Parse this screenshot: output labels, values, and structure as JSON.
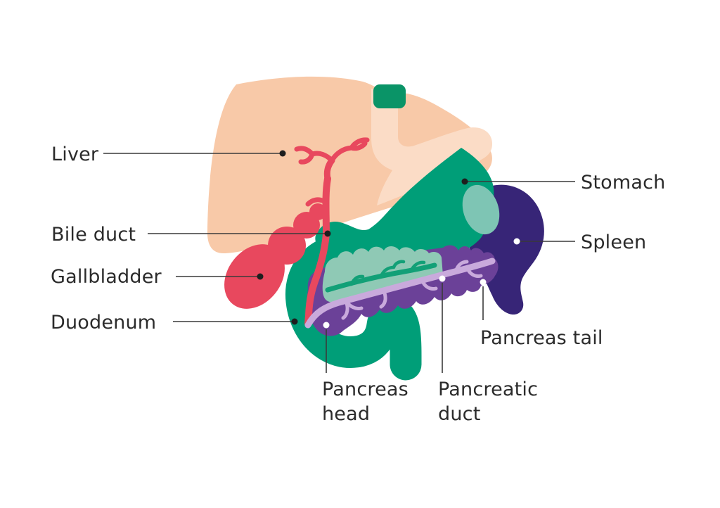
{
  "figure": {
    "description": "Anatomical diagram of the pancreas and surrounding organs",
    "background": "#FFFFFF"
  },
  "colors": {
    "liver": "#F8C9A8",
    "liver_light_lobe": "#FBDCC6",
    "esophagus_cap": "#0A9467",
    "stomach": "#009E78",
    "stomach_spleen_overlap": "#7EC5B4",
    "pancreas_behind_stomach": "#8FC9B5",
    "duct_behind_stomach": "#12A077",
    "spleen": "#372577",
    "pancreas": "#6B4198",
    "pancreatic_duct": "#C9AADC",
    "bile_red": "#E8485E",
    "label_text": "#2B2B2B",
    "leader_line": "#3A3A3A",
    "dot_dark": "#1E1E1E",
    "dot_light": "#FFFFFF"
  },
  "labels": {
    "liver": "Liver",
    "bile_duct": "Bile duct",
    "gallbladder": "Gallbladder",
    "duodenum": "Duodenum",
    "stomach": "Stomach",
    "spleen": "Spleen",
    "pancreas_head": "Pancreas head",
    "pancreatic_duct": "Pancreatic duct",
    "pancreas_tail": "Pancreas tail"
  }
}
